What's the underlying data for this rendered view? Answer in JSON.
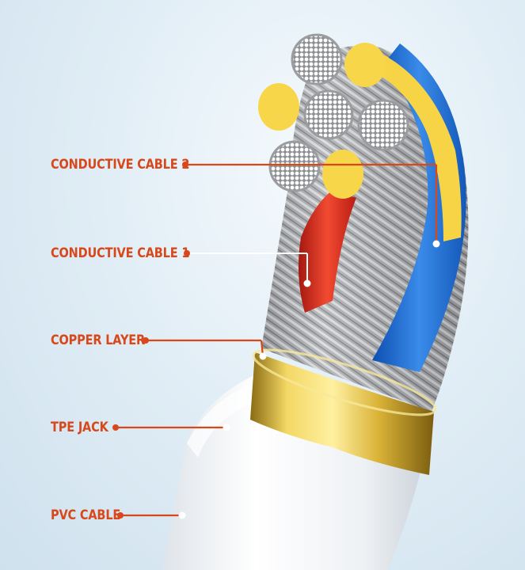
{
  "labels": {
    "conductive_cable_2": "CONDUCTIVE CABLE 2",
    "conductive_cable_1": "CONDUCTIVE CABLE 1",
    "copper_layer": "COPPER LAYER",
    "tpe_jack": "TPE JACK",
    "pvc_cable": "PVC CABLE"
  },
  "colors": {
    "label_text": "#d8481a",
    "leader_line": "#d8481a",
    "background": "#dbe9f3",
    "yellow_strand": "#f7d64a",
    "blue_insulation": "#1f6fd1",
    "red_insulation": "#e0291d",
    "copper_band": "#e4c23a",
    "jacket": "#f4f6f8"
  }
}
